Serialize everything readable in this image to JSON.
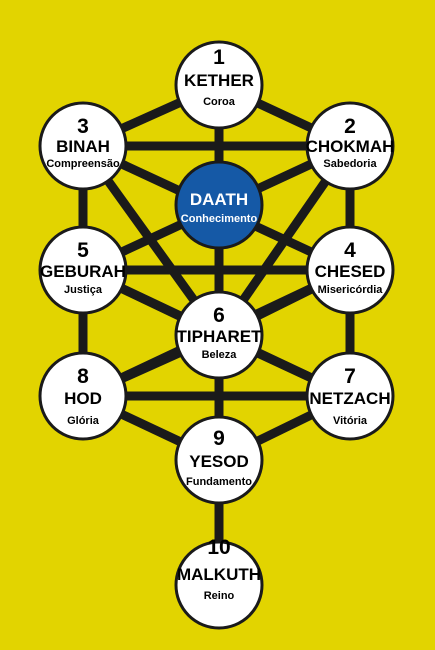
{
  "colors": {
    "background": "#e2d400",
    "paths": "#1a1a1a",
    "node_fill": "#ffffff",
    "daath_fill": "#1559a6"
  },
  "nodes": {
    "kether": {
      "number": "1",
      "name": "KETHER",
      "meaning": "Coroa"
    },
    "chokmah": {
      "number": "2",
      "name": "CHOKMAH",
      "meaning": "Sabedoria"
    },
    "binah": {
      "number": "3",
      "name": "BINAH",
      "meaning": "Compreensão"
    },
    "chesed": {
      "number": "4",
      "name": "CHESED",
      "meaning": "Misericórdia"
    },
    "geburah": {
      "number": "5",
      "name": "GEBURAH",
      "meaning": "Justiça"
    },
    "tiphareth": {
      "number": "6",
      "name": "TIPHARET",
      "meaning": "Beleza"
    },
    "netzach": {
      "number": "7",
      "name": "NETZACH",
      "meaning": "Vitória"
    },
    "hod": {
      "number": "8",
      "name": "HOD",
      "meaning": "Glória"
    },
    "yesod": {
      "number": "9",
      "name": "YESOD",
      "meaning": "Fundamento"
    },
    "malkuth": {
      "number": "10",
      "name": "MALKUTH",
      "meaning": "Reino"
    },
    "daath": {
      "name": "DAATH",
      "meaning": "Conhecimento"
    }
  }
}
